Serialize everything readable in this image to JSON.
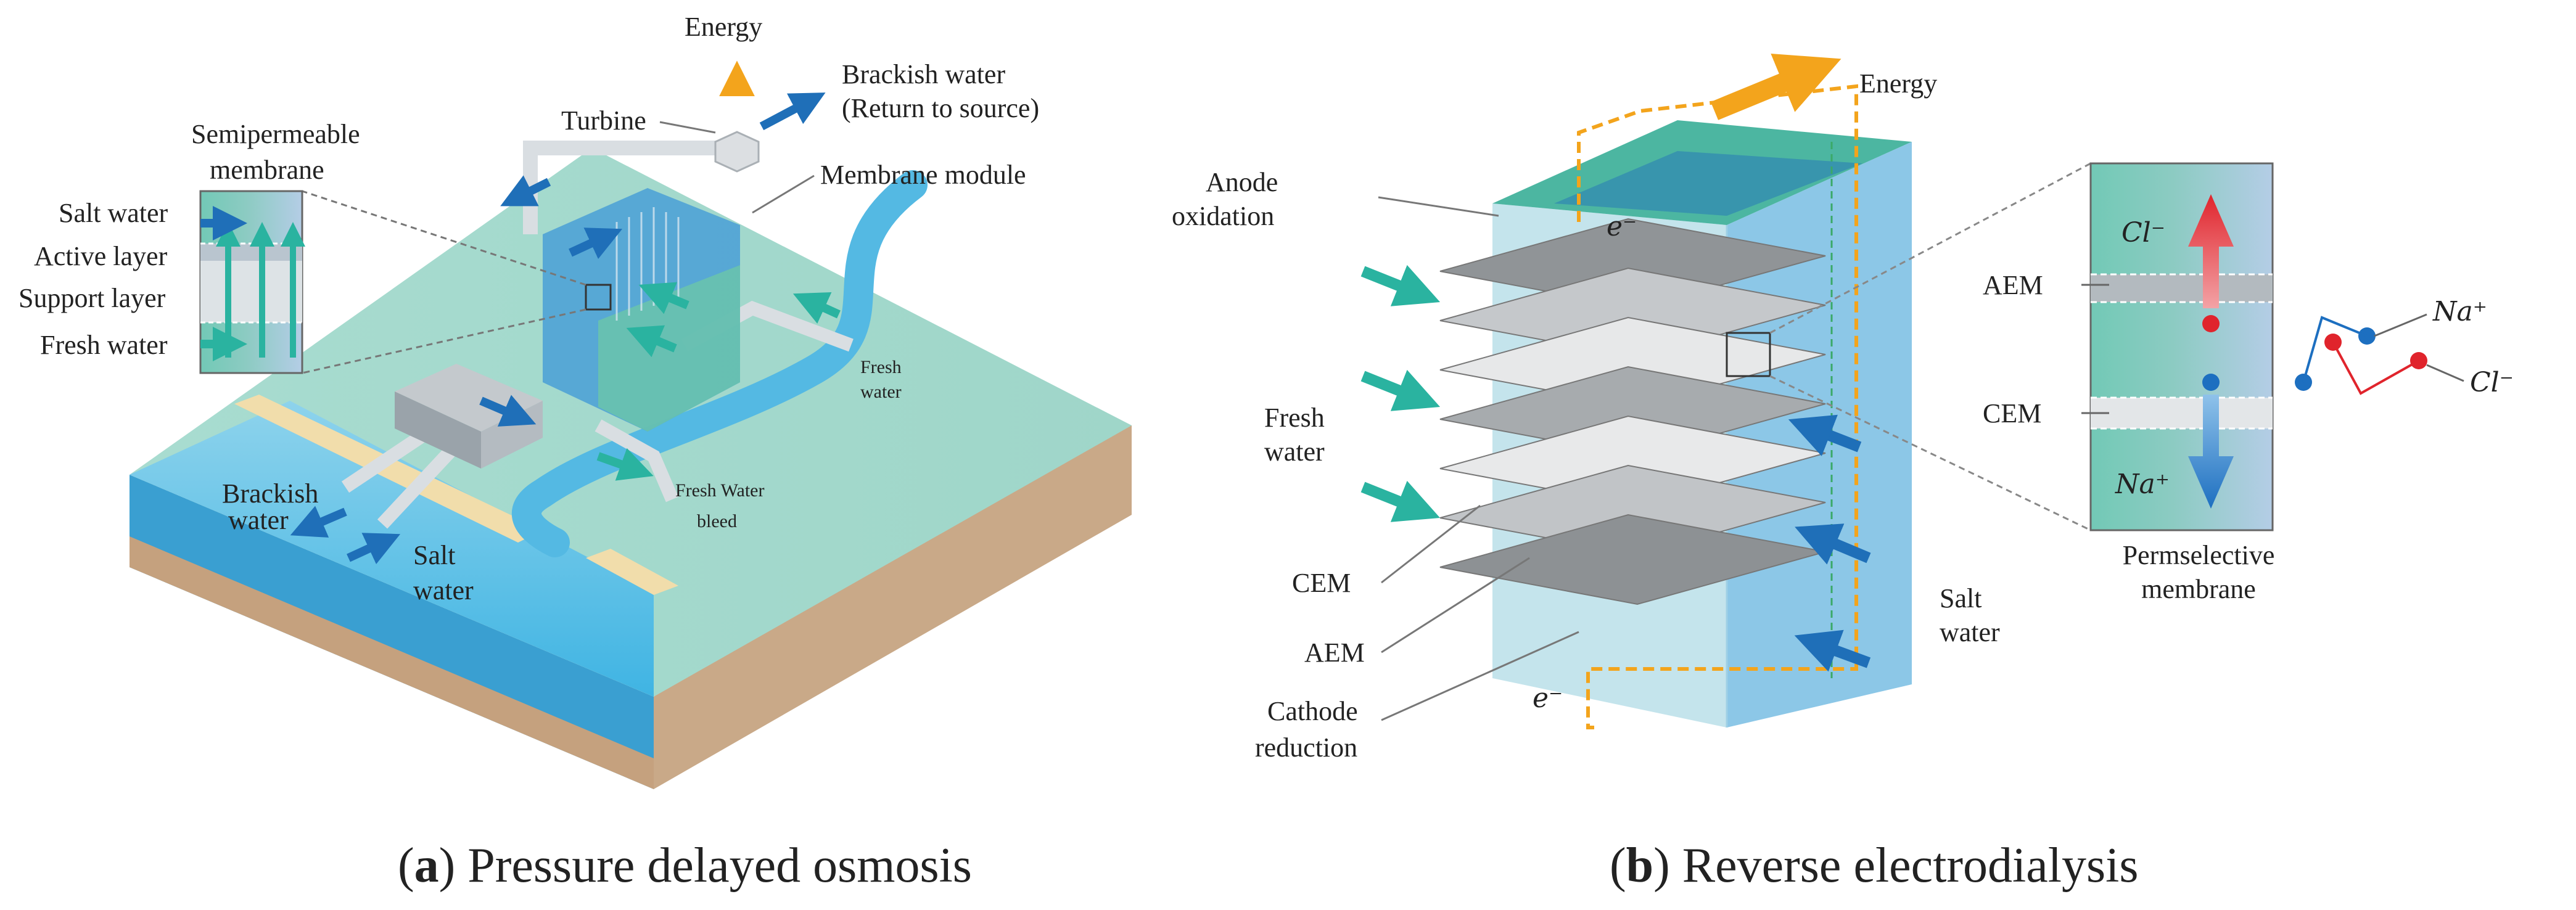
{
  "panel_a": {
    "caption_letter": "a",
    "caption_text": "Pressure delayed osmosis",
    "labels": {
      "energy": "Energy",
      "brackish_return_line1": "Brackish water",
      "brackish_return_line2": "(Return to source)",
      "turbine": "Turbine",
      "membrane_module": "Membrane module",
      "semipermeable_line1": "Semipermeable",
      "semipermeable_line2": "membrane",
      "salt_water_inset": "Salt water",
      "active_layer": "Active layer",
      "support_layer": "Support layer",
      "fresh_water_inset": "Fresh water",
      "fresh_water_river_line1": "Fresh",
      "fresh_water_river_line2": "water",
      "fresh_water_bleed_line1": "Fresh Water",
      "fresh_water_bleed_line2": "bleed",
      "brackish_sea_line1": "Brackish",
      "brackish_sea_line2": "water",
      "salt_water_sea_line1": "Salt",
      "salt_water_sea_line2": "water"
    }
  },
  "panel_b": {
    "caption_letter": "b",
    "caption_text": "Reverse electrodialysis",
    "labels": {
      "energy": "Energy",
      "anode_line1": "Anode",
      "anode_line2": "oxidation",
      "electron_top": "e⁻",
      "electron_bottom": "e⁻",
      "fresh_line1": "Fresh",
      "fresh_line2": "water",
      "cem": "CEM",
      "aem": "AEM",
      "cathode_line1": "Cathode",
      "cathode_line2": "reduction",
      "salt_line1": "Salt",
      "salt_line2": "water",
      "inset_aem": "AEM",
      "inset_cem": "CEM",
      "cl_top": "Cl⁻",
      "na_bottom": "Na⁺",
      "na_side": "Na⁺",
      "cl_side": "Cl⁻",
      "permselective_line1": "Permselective",
      "permselective_line2": "membrane"
    }
  },
  "colors": {
    "teal_arrow": "#2ab3a0",
    "blue_arrow": "#1f6fb8",
    "energy_arrow": "#f3a41c",
    "red_ion": "#e0242c",
    "blue_ion": "#1d6fc0"
  }
}
